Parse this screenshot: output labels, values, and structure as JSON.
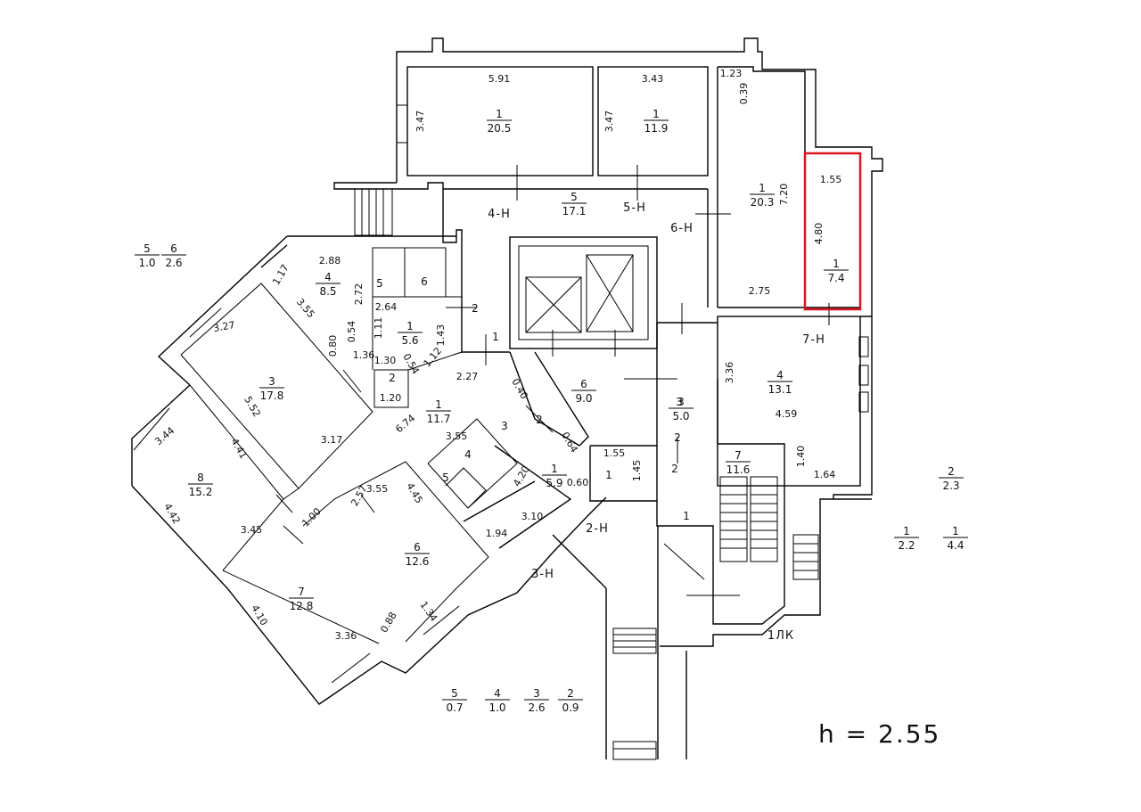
{
  "highlight_color": "#e0141e",
  "ceiling_height": "h = 2.55",
  "rooms": [
    {
      "id": "top-left-room",
      "num": "1",
      "area": "20.5"
    },
    {
      "id": "top-mid-room",
      "num": "1",
      "area": "11.9"
    },
    {
      "id": "top-right-room",
      "num": "1",
      "area": "20.3"
    },
    {
      "id": "highlighted-room",
      "num": "1",
      "area": "7.4"
    },
    {
      "id": "corridor-room",
      "num": "5",
      "area": "17.1"
    },
    {
      "id": "bath-room",
      "num": "4",
      "area": "8.5"
    },
    {
      "id": "hall-room-left",
      "num": "1",
      "area": "5.6"
    },
    {
      "id": "large-room-3",
      "num": "3",
      "area": "17.8"
    },
    {
      "id": "stair-hall",
      "num": "6",
      "area": "9.0"
    },
    {
      "id": "small-room-3",
      "num": "3",
      "area": "5.0"
    },
    {
      "id": "room-13-1",
      "num": "4",
      "area": "13.1"
    },
    {
      "id": "hall-room-center",
      "num": "1",
      "area": "11.7"
    },
    {
      "id": "room-15-2",
      "num": "8",
      "area": "15.2"
    },
    {
      "id": "room-5-9",
      "num": "1",
      "area": "5.9"
    },
    {
      "id": "stair-room",
      "num": "7",
      "area": "11.6"
    },
    {
      "id": "room-12-6",
      "num": "6",
      "area": "12.6"
    },
    {
      "id": "room-12-8",
      "num": "7",
      "area": "12.8"
    },
    {
      "id": "balcony-5",
      "num": "5",
      "area": "1.0"
    },
    {
      "id": "balcony-6",
      "num": "6",
      "area": "2.6"
    },
    {
      "id": "balcony-2-right",
      "num": "2",
      "area": "2.3"
    },
    {
      "id": "balcony-1a",
      "num": "1",
      "area": "2.2"
    },
    {
      "id": "balcony-1b",
      "num": "1",
      "area": "4.4"
    },
    {
      "id": "balcony-5b",
      "num": "5",
      "area": "0.7"
    },
    {
      "id": "balcony-4b",
      "num": "4",
      "area": "1.0"
    },
    {
      "id": "balcony-3b",
      "num": "3",
      "area": "2.6"
    },
    {
      "id": "balcony-2b",
      "num": "2",
      "area": "0.9"
    }
  ],
  "small_numbers": [
    "5",
    "6",
    "2",
    "1",
    "2",
    "2",
    "3",
    "4",
    "5",
    "3",
    "2",
    "1",
    "2",
    "1"
  ],
  "apartment_labels": [
    "4-H",
    "5-H",
    "6-H",
    "7-H",
    "2-H",
    "3-H",
    "1ЛК"
  ],
  "dimensions": [
    "5.91",
    "3.43",
    "1.23",
    "0.39",
    "3.47",
    "3.47",
    "7.20",
    "1.55",
    "4.80",
    "2.75",
    "2.88",
    "1.17",
    "2.72",
    "2.64",
    "3.27",
    "3.55",
    "0.80",
    "0.54",
    "1.11",
    "1.43",
    "1.36",
    "1.30",
    "0.54",
    "1.12",
    "1.20",
    "2.27",
    "0.40",
    "5.52",
    "3.17",
    "3.44",
    "4.41",
    "6.74",
    "3.55",
    "0.64",
    "1.55",
    "1.45",
    "3.36",
    "4.59",
    "1.40",
    "1.64",
    "4.42",
    "3.45",
    "1.00",
    "3.55",
    "2.57",
    "4.45",
    "4.20",
    "0.60",
    "1.94",
    "3.10",
    "4.10",
    "3.36",
    "0.88",
    "1.34"
  ]
}
